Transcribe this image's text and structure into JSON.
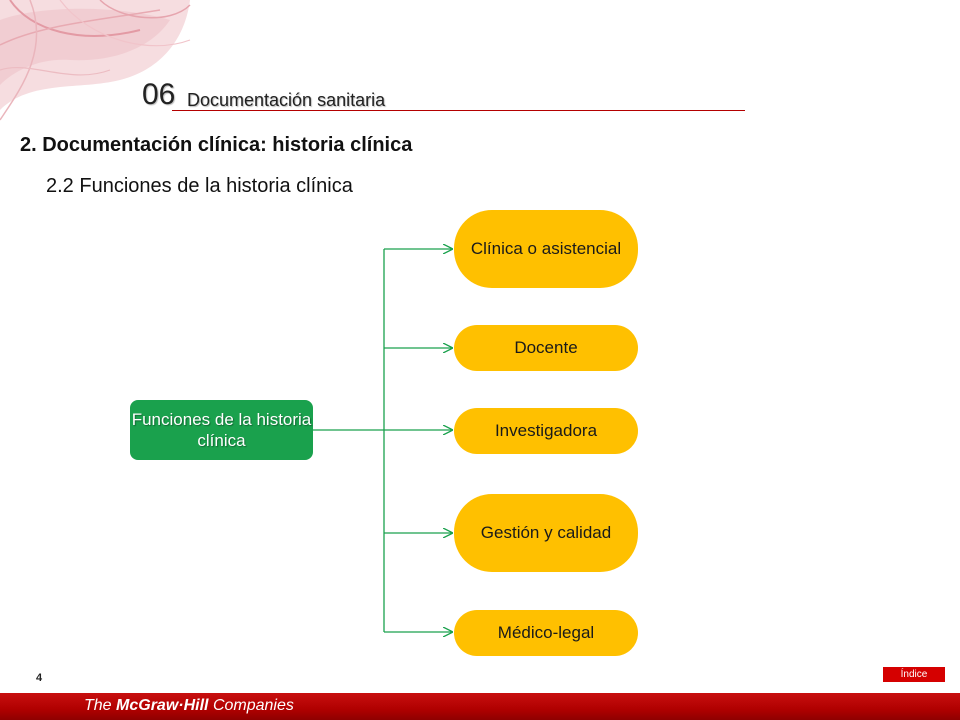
{
  "header": {
    "chapter_number": "06",
    "chapter_title": "Documentación sanitaria"
  },
  "section": {
    "heading": "2. Documentación clínica: historia clínica",
    "subheading": "2.2 Funciones de la historia clínica"
  },
  "diagram": {
    "root": "Funciones de la historia clínica",
    "functions": [
      "Clínica o asistencial",
      "Docente",
      "Investigadora",
      "Gestión y calidad",
      "Médico-legal"
    ]
  },
  "footer": {
    "page_number": "4",
    "index_label": "Índice",
    "logo_prefix": "The",
    "logo_brand": "McGraw·Hill",
    "logo_suffix": "Companies"
  },
  "colors": {
    "root_node": "#1aa14d",
    "function_nodes": "#ffc000",
    "connector_lines": "#1aa14d",
    "footer_bar": "#b00000",
    "accent_rule": "#b40000"
  }
}
